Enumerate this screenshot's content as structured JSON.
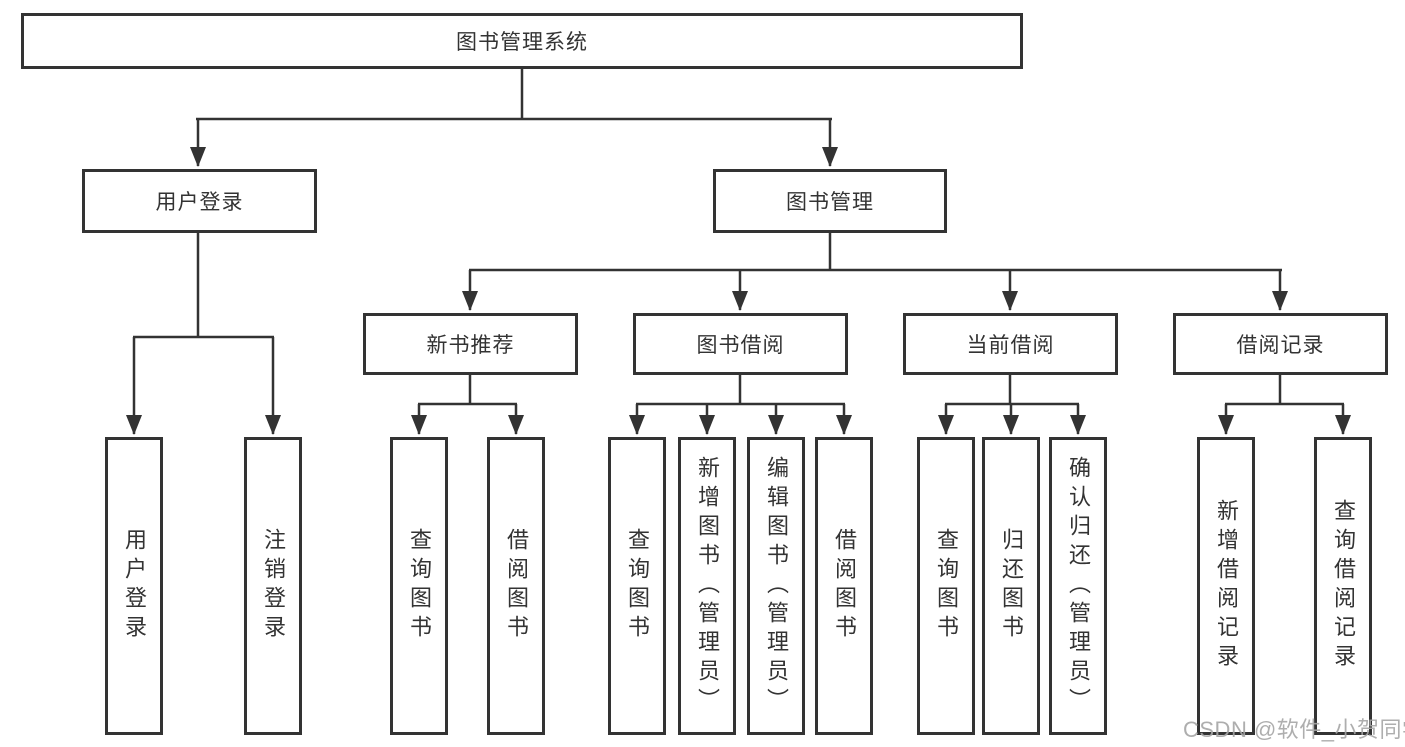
{
  "title": {
    "label": "图书管理系统"
  },
  "level2": {
    "user_login": "用户登录",
    "book_management": "图书管理"
  },
  "level3": {
    "new_book_recommend": "新书推荐",
    "book_borrow": "图书借阅",
    "current_borrow": "当前借阅",
    "borrow_records": "借阅记录"
  },
  "leaves": {
    "user_login_children": [
      "用户登录",
      "注销登录"
    ],
    "new_book_recommend_children": [
      "查询图书",
      "借阅图书"
    ],
    "book_borrow_children": [
      "查询图书",
      "新增图书（管理员）",
      "编辑图书（管理员）",
      "借阅图书"
    ],
    "current_borrow_children": [
      "查询图书",
      "归还图书",
      "确认归还（管理员）"
    ],
    "borrow_records_children": [
      "新增借阅记录",
      "查询借阅记录"
    ]
  },
  "watermark": {
    "text": "CSDN @软件_小贺同学"
  },
  "colors": {
    "line": "#333333",
    "text": "#333333",
    "box_background": "#ffffff",
    "watermark": "#a6a6a6"
  }
}
